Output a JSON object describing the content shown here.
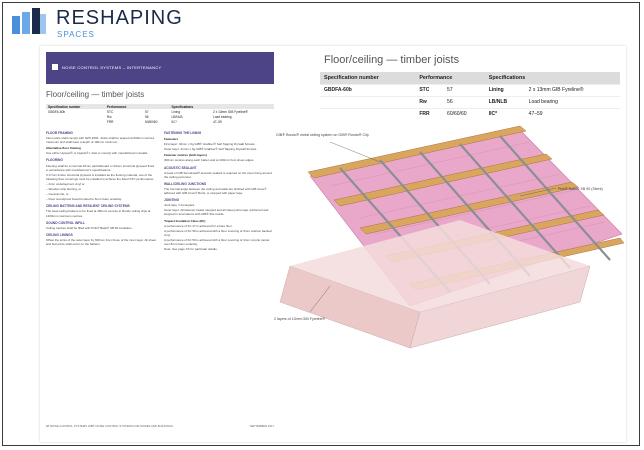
{
  "brand": {
    "name": "RESHAPING",
    "sub": "SPACES",
    "color": "#1b2a4a",
    "accent": "#4a90d9"
  },
  "left_page": {
    "banner": "NOISE CONTROL SYSTEMS – INTERTENANCY",
    "title": "Floor/ceiling — timber joists",
    "table": {
      "headers": [
        "Specification number",
        "Performance",
        "",
        "Specifications",
        ""
      ],
      "rows": [
        [
          "GBDFA-60b",
          "STC",
          "57",
          "Lining",
          "2 x 13mm GIB Fyreline®"
        ],
        [
          "",
          "Rw",
          "56",
          "LB/NLB",
          "Load bearing"
        ],
        [
          "",
          "FRR",
          "60/60/60",
          "IIC*",
          "47–59"
        ]
      ]
    },
    "col1": [
      {
        "type": "h",
        "text": "FLOOR FRAMING"
      },
      {
        "type": "p",
        "text": "Floor joists shall comply with NZS 3604. Joists shall be spaced at 600mm centres maximum and shall have a depth of 190mm minimum."
      },
      {
        "type": "sh",
        "text": "Alternative floor framing"
      },
      {
        "type": "p",
        "text": "Use either Hyspan® or Hyjoist® I-Joist to comply with manufacturer's details."
      },
      {
        "type": "h",
        "text": "FLOORING"
      },
      {
        "type": "p",
        "text": "Flooring shall be a nominal 20mm particleboard or 20mm structural plywood fixed in accordance with manufacturer's specifications."
      },
      {
        "type": "p",
        "text": "If 17mm timber structural plywood is installed as the flooring material, one of the following floor coverings must be installed to achieve the listed STC performance:"
      },
      {
        "type": "p",
        "text": "– 4mm underlayment vinyl or"
      },
      {
        "type": "p",
        "text": "– Wooden strip flooring, or"
      },
      {
        "type": "p",
        "text": "– Ceramic tile, or"
      },
      {
        "type": "p",
        "text": "– Floor soundproof board bonded to 6mm foam underlay."
      },
      {
        "type": "h",
        "text": "CEILING BATTENS AND RESILIENT CEILING SYSTEMS"
      },
      {
        "type": "p",
        "text": "The steel ceiling battens to be fixed at 450mm centres to Rondo ceiling clips at 1200mm maximum centres."
      },
      {
        "type": "h",
        "text": "SOUND CONTROL INFILL"
      },
      {
        "type": "p",
        "text": "Ceiling cavities shall be filled with Pink® Batts® SB 90 insulation."
      },
      {
        "type": "h",
        "text": "CEILING LININGS"
      },
      {
        "type": "p",
        "text": "Offset the joints of the outer layer by 600mm from those of the inner layer. All sheet and butt joints shall occur on the battens."
      }
    ],
    "col2": [
      {
        "type": "h",
        "text": "FASTENING THE LINING"
      },
      {
        "type": "sh",
        "text": "Fasteners"
      },
      {
        "type": "p",
        "text": "First layer: 32mm x 6g GIB® Grabber® Self Tapping Drywall Screws."
      },
      {
        "type": "p",
        "text": "Outer layer: 41mm x 6g GIB® Grabber® Self Tapping Drywall Screws."
      },
      {
        "type": "sh",
        "text": "Fastener centres (both layers)"
      },
      {
        "type": "p",
        "text": "300mm centres along each batten and at 100mm from sheet edges."
      },
      {
        "type": "h",
        "text": "ACOUSTIC SEALANT"
      },
      {
        "type": "p",
        "text": "A bead of GIB Soundseal® acoustic sealant is required on the inner lining around the ceiling perimeter."
      },
      {
        "type": "h",
        "text": "WALL/CEILING JUNCTIONS"
      },
      {
        "type": "p",
        "text": "The internal angle between the ceiling and walls are finished with GIB Cove® adhered with GIB Cove® Bond, or stopped with paper tape."
      },
      {
        "type": "h",
        "text": "JOINTING"
      },
      {
        "type": "p",
        "text": "Joint tape / Uncoupled."
      },
      {
        "type": "p",
        "text": "Outer layer: All fastener heads stopped and all sheet joints tape reinforced and stopped in accordance with GIB® Site Guide."
      },
      {
        "type": "sh",
        "text": "*Impact Insulation Class (IIC)"
      },
      {
        "type": "p",
        "text": "A performance of IIC 47 is achieved for a bare floor."
      },
      {
        "type": "p",
        "text": "A performance of IIC 59 is achieved with a floor covering of 6mm cushion backed vinyl."
      },
      {
        "type": "p",
        "text": "A performance of IIC 59 is achieved with a floor covering of 4mm cut pile carpet over 8mm foam underlay."
      },
      {
        "type": "p",
        "text": "Note: See page XX for particular details."
      }
    ],
    "footer_left": "68   NOISE CONTROL SYSTEMS   GIB® NOISE CONTROL SYSTEMS FOR HOMES AND BUILDINGS",
    "footer_right": "SEPTEMBER 2017"
  },
  "right_page": {
    "title": "Floor/ceiling — timber joists",
    "table": {
      "headers": [
        "Specification number",
        "Performance",
        "Specifications"
      ],
      "rows": [
        {
          "spec": "GBDFA-60b",
          "perf_label": "STC",
          "perf_value": "57",
          "spec_label": "Lining",
          "spec_value": "2 x 13mm GIB Fyreline®"
        },
        {
          "spec": "",
          "perf_label": "Rw",
          "perf_value": "56",
          "spec_label": "LB/NLB",
          "spec_value": "Load bearing"
        },
        {
          "spec": "",
          "perf_label": "FRR",
          "perf_value": "60/60/60",
          "spec_label": "IIC*",
          "spec_value": "47–59"
        }
      ]
    },
    "callouts": {
      "left_top": "GIB® Rondo® metal ceiling system on GIB® Rondo® Clip",
      "right": "Pink® Batts® SB 90 (Silent)",
      "bottom_left": "2 layers of 13mm GIB Fyreline®"
    }
  },
  "colors": {
    "banner": "#4d4487",
    "batts": "#e9a7c9",
    "timber": "#d9a55f",
    "lining": "#ecc9c9"
  }
}
